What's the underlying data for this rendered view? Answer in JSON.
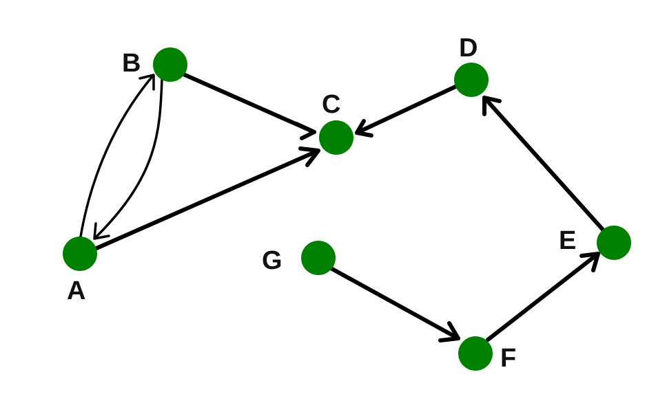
{
  "graph": {
    "node_color": "#008000",
    "edge_color": "#000000",
    "directed": true,
    "nodes": [
      {
        "id": "A",
        "label": "A"
      },
      {
        "id": "B",
        "label": "B"
      },
      {
        "id": "C",
        "label": "C"
      },
      {
        "id": "D",
        "label": "D"
      },
      {
        "id": "E",
        "label": "E"
      },
      {
        "id": "F",
        "label": "F"
      },
      {
        "id": "G",
        "label": "G"
      }
    ],
    "edges": [
      {
        "from": "A",
        "to": "B"
      },
      {
        "from": "B",
        "to": "A"
      },
      {
        "from": "B",
        "to": "C"
      },
      {
        "from": "A",
        "to": "C"
      },
      {
        "from": "D",
        "to": "C"
      },
      {
        "from": "E",
        "to": "D"
      },
      {
        "from": "F",
        "to": "E"
      },
      {
        "from": "G",
        "to": "F"
      }
    ]
  }
}
